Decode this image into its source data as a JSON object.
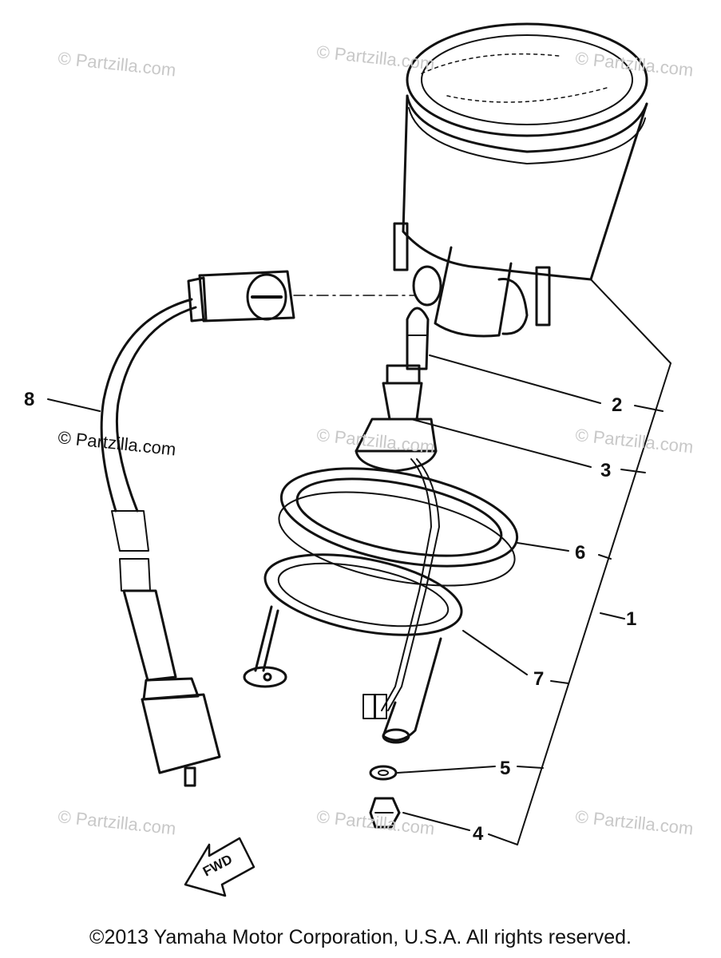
{
  "watermark": "© Partzilla.com",
  "watermark_dark": "© Partzilla.com",
  "fwd_label": "FWD",
  "copyright": "©2013 Yamaha Motor Corporation, U.S.A. All rights reserved.",
  "callouts": {
    "c1": "1",
    "c2": "2",
    "c3": "3",
    "c4": "4",
    "c5": "5",
    "c6": "6",
    "c7": "7",
    "c8": "8"
  },
  "colors": {
    "ink": "#111111",
    "watermark": "#c8c8c8",
    "background": "#ffffff"
  }
}
